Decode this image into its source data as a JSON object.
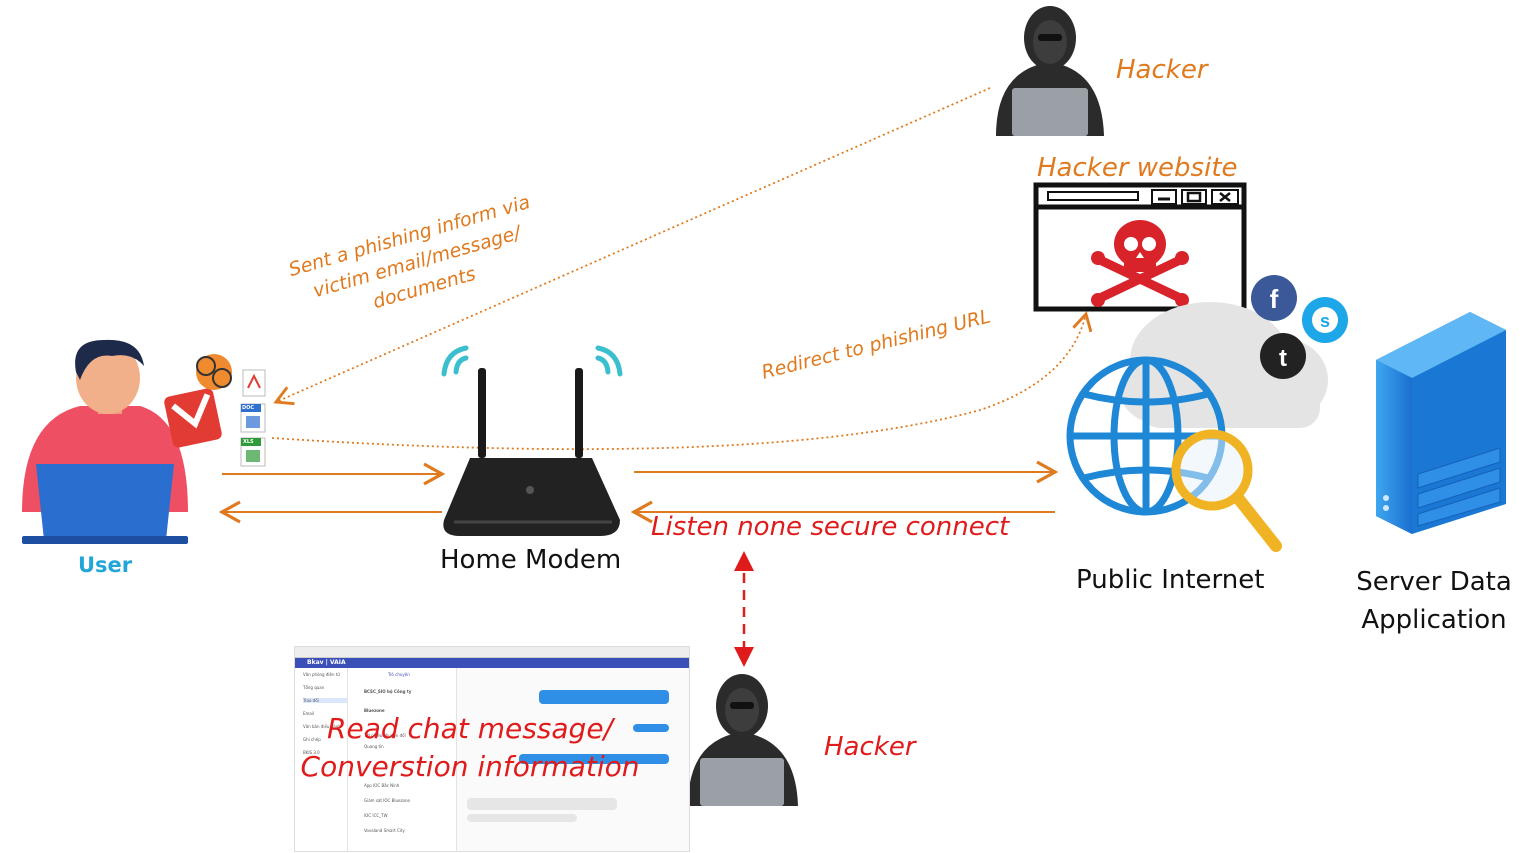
{
  "labels": {
    "user": "User",
    "home_modem": "Home Modem",
    "public_internet": "Public Internet",
    "server_line1": "Server Data",
    "server_line2": "Application",
    "hacker_top": "Hacker",
    "hacker_bottom": "Hacker",
    "hacker_website": "Hacker website",
    "phishing_line1": "Sent a phishing inform via",
    "phishing_line2": "victim email/message/",
    "phishing_line3": "documents",
    "redirect": "Redirect to phishing URL",
    "listen": "Listen none secure connect",
    "read_line1": "Read chat message/",
    "read_line2": "Converstion information"
  },
  "attachments": {
    "doc": "DOC",
    "xls": "XLS"
  },
  "chat_app": {
    "brand": "Bkav | VAIA",
    "sidebar_items": [
      "Văn phòng điện tử",
      "Tổng quan",
      "Trao đổi",
      "Email",
      "Văn bản điều hành",
      "Ghi chép",
      "BKIS 3.0"
    ],
    "conversations": [
      "BCSC_SIO bộ Công ty",
      "Bluezone",
      "Trợ phiếu chuyển đổi",
      "Quang tin",
      "App IOC Bắc Ninh",
      "Giám sát IOC Bluezone",
      "IOC ICC_TW",
      "Vovaland Smart City"
    ],
    "tab": "Trò chuyện"
  },
  "colors": {
    "orange": "#e07a1f",
    "red": "#e01b1b",
    "blue_accent": "#22a6d8",
    "globe_blue": "#1e88d6",
    "server_blue": "#2a8ae0"
  }
}
